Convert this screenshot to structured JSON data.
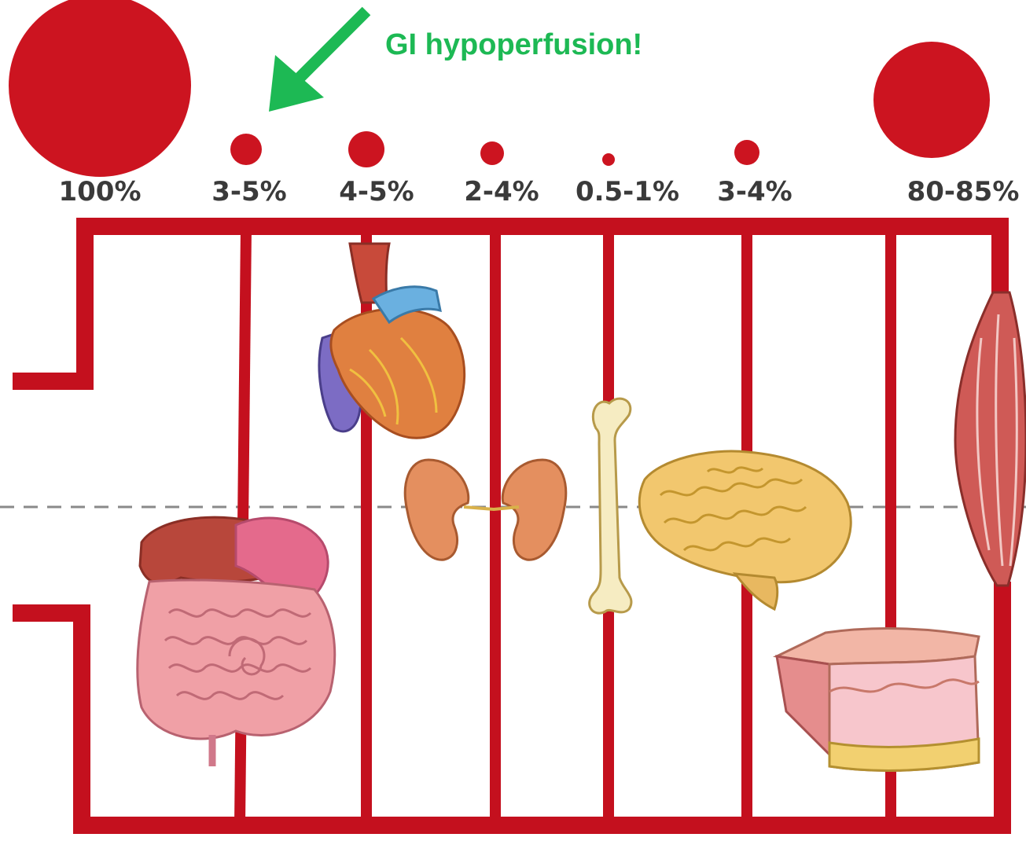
{
  "annotation": {
    "text": "GI hypoperfusion!",
    "color": "#1db954"
  },
  "colors": {
    "vessel": "#c4101e",
    "drop": "#cc1420",
    "label": "#3a3a3a",
    "dashed_line": "#8a8a8a"
  },
  "percentages": {
    "total": "100%",
    "gi": "3-5%",
    "heart": "4-5%",
    "kidney": "2-4%",
    "bone": "0.5-1%",
    "brain": "3-4%",
    "muscle": "80-85%"
  },
  "icons": [
    "intestines-icon",
    "heart-icon",
    "kidneys-icon",
    "bone-icon",
    "brain-icon",
    "skin-icon",
    "muscle-icon",
    "arrow-icon"
  ]
}
